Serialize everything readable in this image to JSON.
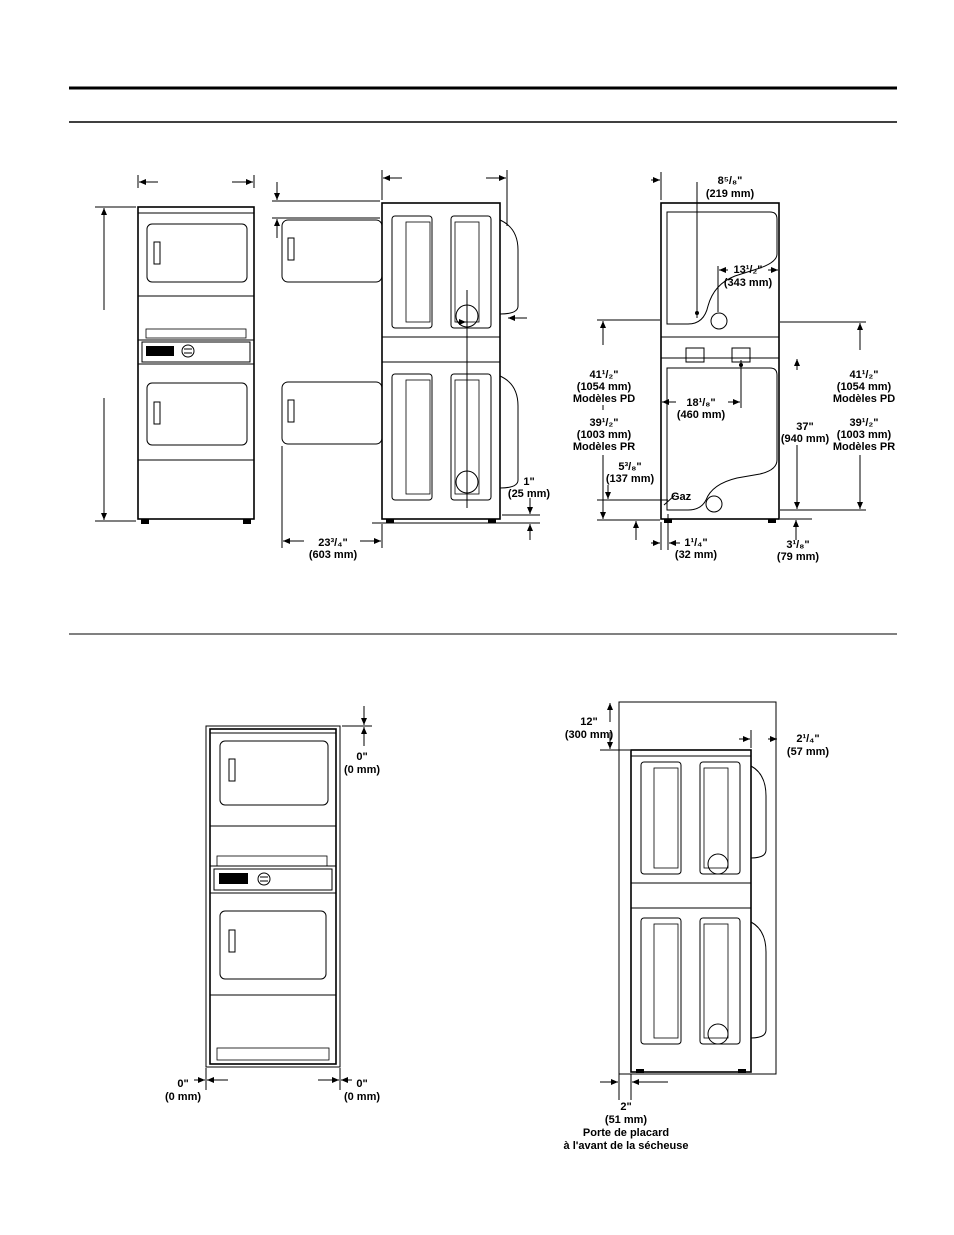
{
  "page": {
    "background": "#ffffff",
    "ink": "#000000"
  },
  "dimensions": {
    "top_view": {
      "width_depth": {
        "line1": "23³/₄\"",
        "line2": "(603 mm)"
      },
      "floor_gap": {
        "line1": "1\"",
        "line2": "(25 mm)"
      }
    },
    "rear_view": {
      "vent_offset": {
        "line1": "8⁵/₈\"",
        "line2": "(219 mm)"
      },
      "vent_offset_2": {
        "line1": "13¹/₂\"",
        "line2": "(343 mm)"
      },
      "left_pd": {
        "line1": "41¹/₂\"",
        "line2": "(1054 mm)",
        "line3": "Modèles PD"
      },
      "left_pr": {
        "line1": "39¹/₂\"",
        "line2": "(1003 mm)",
        "line3": "Modèles PR"
      },
      "gas_height": {
        "line1": "5³/₈\"",
        "line2": "(137 mm)"
      },
      "gas_label": "Gaz",
      "center_span": {
        "line1": "18¹/₈\"",
        "line2": "(460 mm)"
      },
      "right_37": {
        "line1": "37\"",
        "line2": "(940 mm)"
      },
      "right_pd": {
        "line1": "41¹/₂\"",
        "line2": "(1054 mm)",
        "line3": "Modèles PD"
      },
      "right_pr": {
        "line1": "39¹/₂\"",
        "line2": "(1003 mm)",
        "line3": "Modèles PR"
      },
      "bottom_left": {
        "line1": "1¹/₄\"",
        "line2": "(32 mm)"
      },
      "bottom_right": {
        "line1": "3¹/₈\"",
        "line2": "(79 mm)"
      }
    },
    "clearance_front": {
      "top": {
        "line1": "0\"",
        "line2": "(0 mm)"
      },
      "left": {
        "line1": "0\"",
        "line2": "(0 mm)"
      },
      "right": {
        "line1": "0\"",
        "line2": "(0 mm)"
      }
    },
    "clearance_side": {
      "top": {
        "line1": "12\"",
        "line2": "(300 mm)"
      },
      "rear": {
        "line1": "2¹/₄\"",
        "line2": "(57 mm)"
      },
      "front": {
        "line1": "2\"",
        "line2": "(51 mm)",
        "line3": "Porte de placard",
        "line4": "à l'avant de la sécheuse"
      }
    }
  }
}
